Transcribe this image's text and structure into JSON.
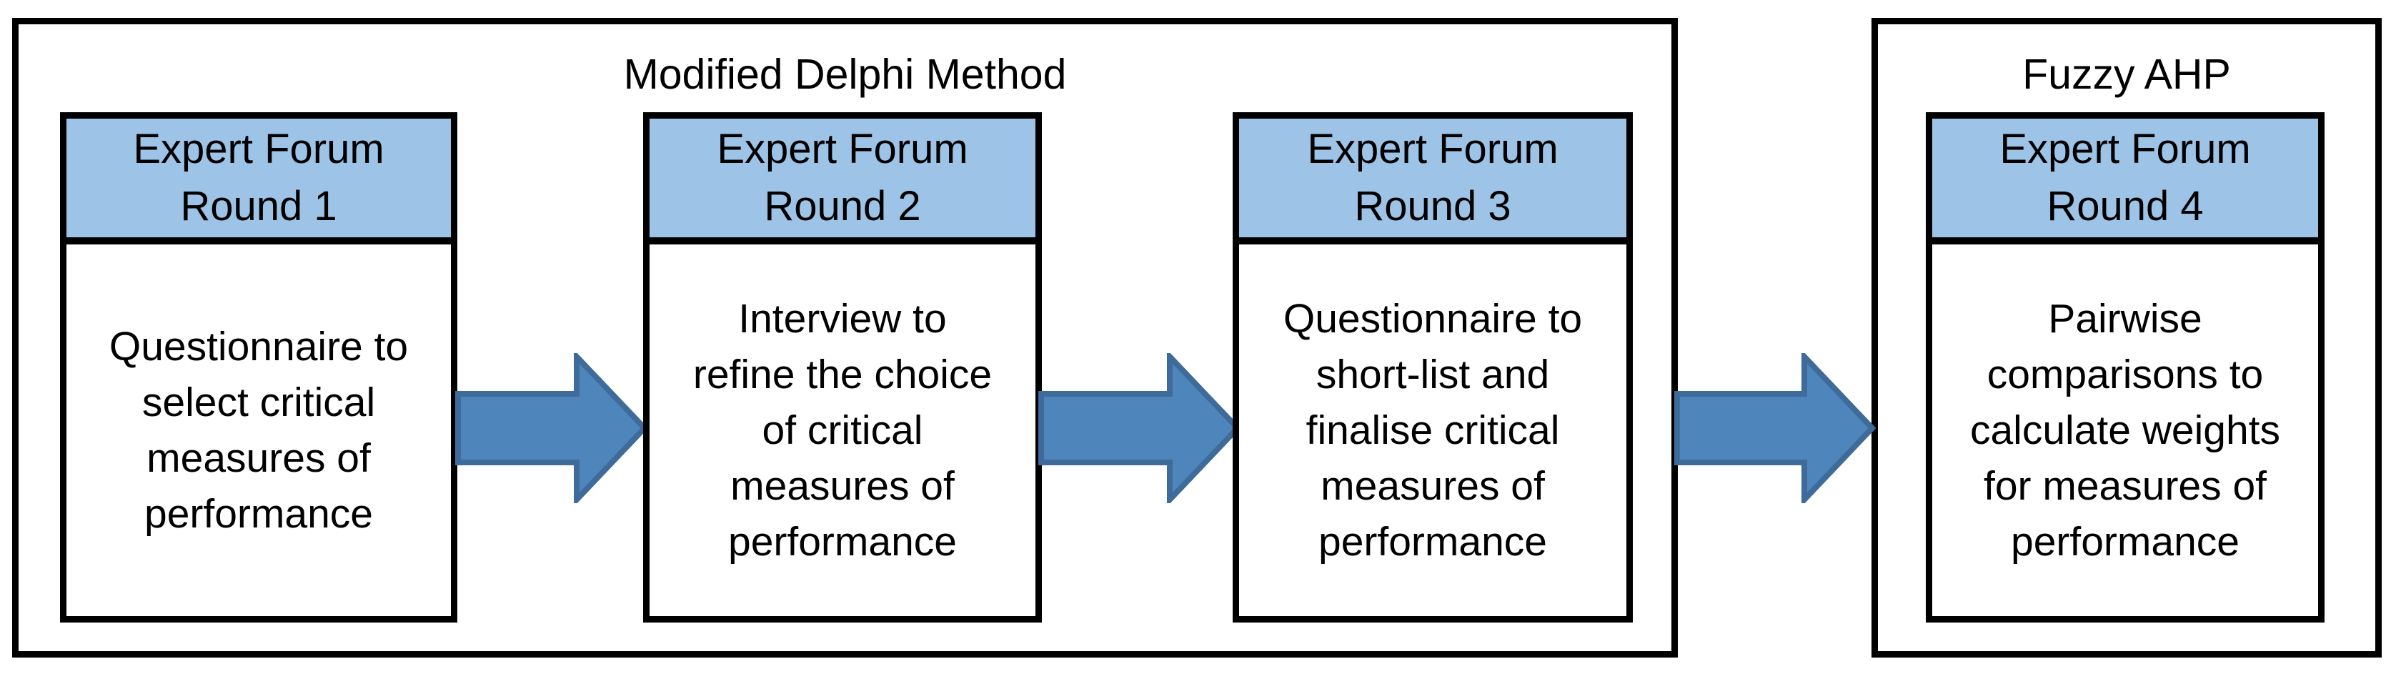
{
  "delphi": {
    "title": "Modified Delphi Method",
    "boxes": [
      {
        "header": [
          "Expert Forum",
          "Round 1"
        ],
        "body": [
          "Questionnaire to",
          "select critical",
          "measures of",
          "performance"
        ]
      },
      {
        "header": [
          "Expert Forum",
          "Round 2"
        ],
        "body": [
          "Interview to",
          "refine the choice",
          "of critical",
          "measures of",
          "performance"
        ]
      },
      {
        "header": [
          "Expert Forum",
          "Round 3"
        ],
        "body": [
          "Questionnaire to",
          "short-list and",
          "finalise critical",
          "measures of",
          "performance"
        ]
      }
    ]
  },
  "fuzzy": {
    "title": "Fuzzy AHP",
    "boxes": [
      {
        "header": [
          "Expert Forum",
          "Round 4"
        ],
        "body": [
          "Pairwise",
          "comparisons to",
          "calculate weights",
          "for measures of",
          "performance"
        ]
      }
    ]
  },
  "colors": {
    "background": "#FFFFFF",
    "frame_border": "#000000",
    "header_fill": "#9DC3E6",
    "arrow_fill": "#4E86BC",
    "arrow_outline": "#3E6B99",
    "text": "#000000"
  }
}
